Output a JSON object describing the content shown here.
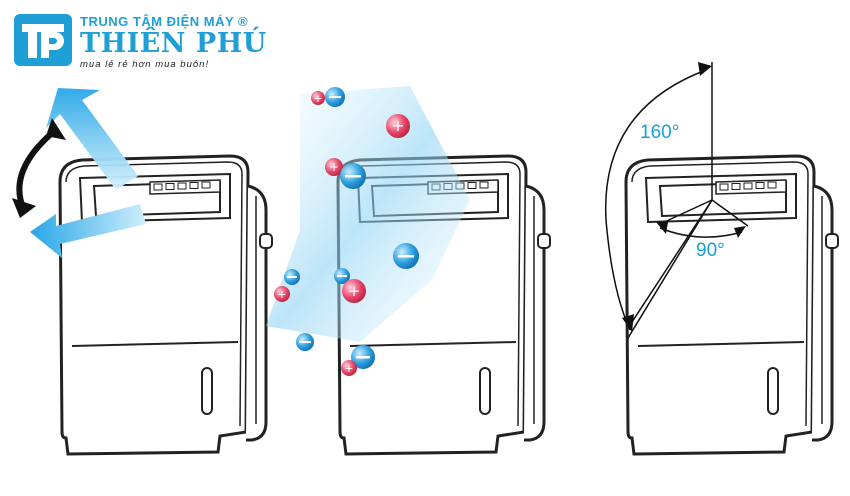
{
  "logo": {
    "line1": "TRUNG TÂM ĐIỆN MÁY ®",
    "line2": "THIÊN PHÚ",
    "tagline": "mua lẻ rẻ hơn mua buôn!",
    "color": "#1f9fd6"
  },
  "panels": [
    {
      "icon": "airflow-swing-arrows-icon"
    },
    {
      "icon": "plasma-ions-icon",
      "ion_colors": {
        "positive": "#e8476a",
        "negative": "#2e9fe0"
      }
    },
    {
      "icon": "louver-angle-icon"
    }
  ],
  "angles": {
    "wide": "160°",
    "narrow": "90°"
  },
  "colors": {
    "accent": "#1a9fd8",
    "outline": "#222222"
  }
}
